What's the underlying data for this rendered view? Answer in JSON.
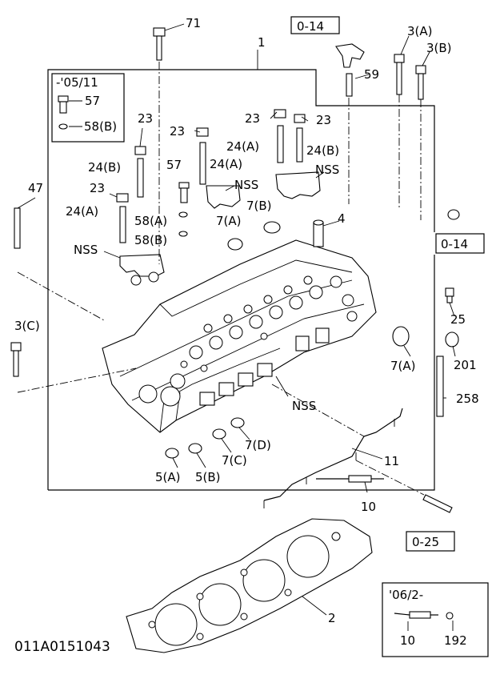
{
  "diagram": {
    "footer_code": "011A0151043",
    "inset_top": {
      "title": "-'05/11",
      "labels": [
        "57",
        "58(B)"
      ]
    },
    "inset_bottom": {
      "title": "'06/2-",
      "labels": [
        "10",
        "192"
      ]
    },
    "refs": [
      "0-14",
      "0-14",
      "0-25"
    ],
    "labels": {
      "l71": "71",
      "l1": "1",
      "l3a": "3(A)",
      "l3b": "3(B)",
      "l59": "59",
      "l23a": "23",
      "l23b": "23",
      "l23c": "23",
      "l23d": "23",
      "l23e": "23",
      "l24a1": "24(A)",
      "l24b1": "24(B)",
      "l24a2": "24(A)",
      "l24b2": "24(B)",
      "l24a3": "24(A)",
      "l57": "57",
      "l47": "47",
      "lnss1": "NSS",
      "lnss2": "NSS",
      "lnss3": "NSS",
      "lnss4": "NSS",
      "l58a": "58(A)",
      "l58b": "58(B)",
      "l7a1": "7(A)",
      "l7b1": "7(B)",
      "l4": "4",
      "l3c": "3(C)",
      "l25": "25",
      "l201": "201",
      "l7a2": "7(A)",
      "l258": "258",
      "l7d": "7(D)",
      "l7c": "7(C)",
      "l5a": "5(A)",
      "l5b": "5(B)",
      "l11": "11",
      "l10": "10",
      "l2": "2"
    }
  }
}
